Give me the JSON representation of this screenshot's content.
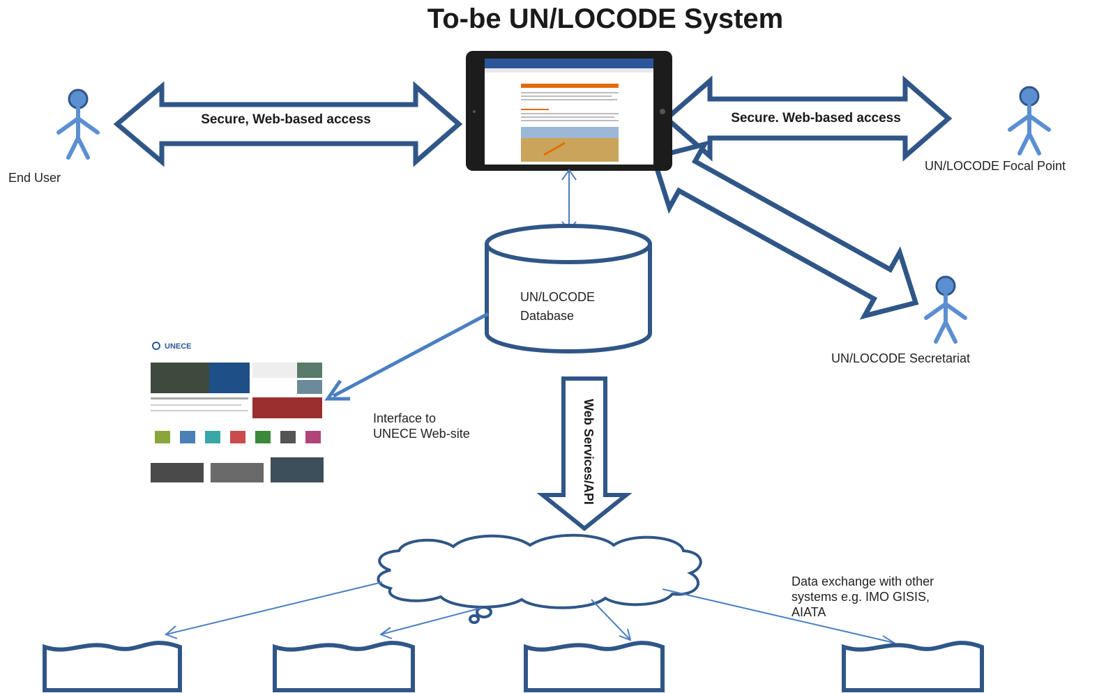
{
  "title": "To-be  UN/LOCODE System",
  "arrows": {
    "left_access": "Secure, Web-based access",
    "right_access": "Secure. Web-based access",
    "web_services": "Web Services/API"
  },
  "actors": {
    "end_user": "End User",
    "focal_point": "UN/LOCODE Focal Point",
    "secretariat": "UN/LOCODE Secretariat"
  },
  "database": {
    "line1": "UN/LOCODE",
    "line2": "Database"
  },
  "website": {
    "logo": "UNECE",
    "caption_line1": "Interface to",
    "caption_line2": "UNECE Web-site"
  },
  "exchange_note": {
    "line1": "Data exchange with other",
    "line2": "systems e.g. IMO GISIS,",
    "line3": "AIATA"
  },
  "colors": {
    "outline": "#2f5687",
    "actor": "#5b8fd1",
    "connector": "#4a7fc1"
  }
}
